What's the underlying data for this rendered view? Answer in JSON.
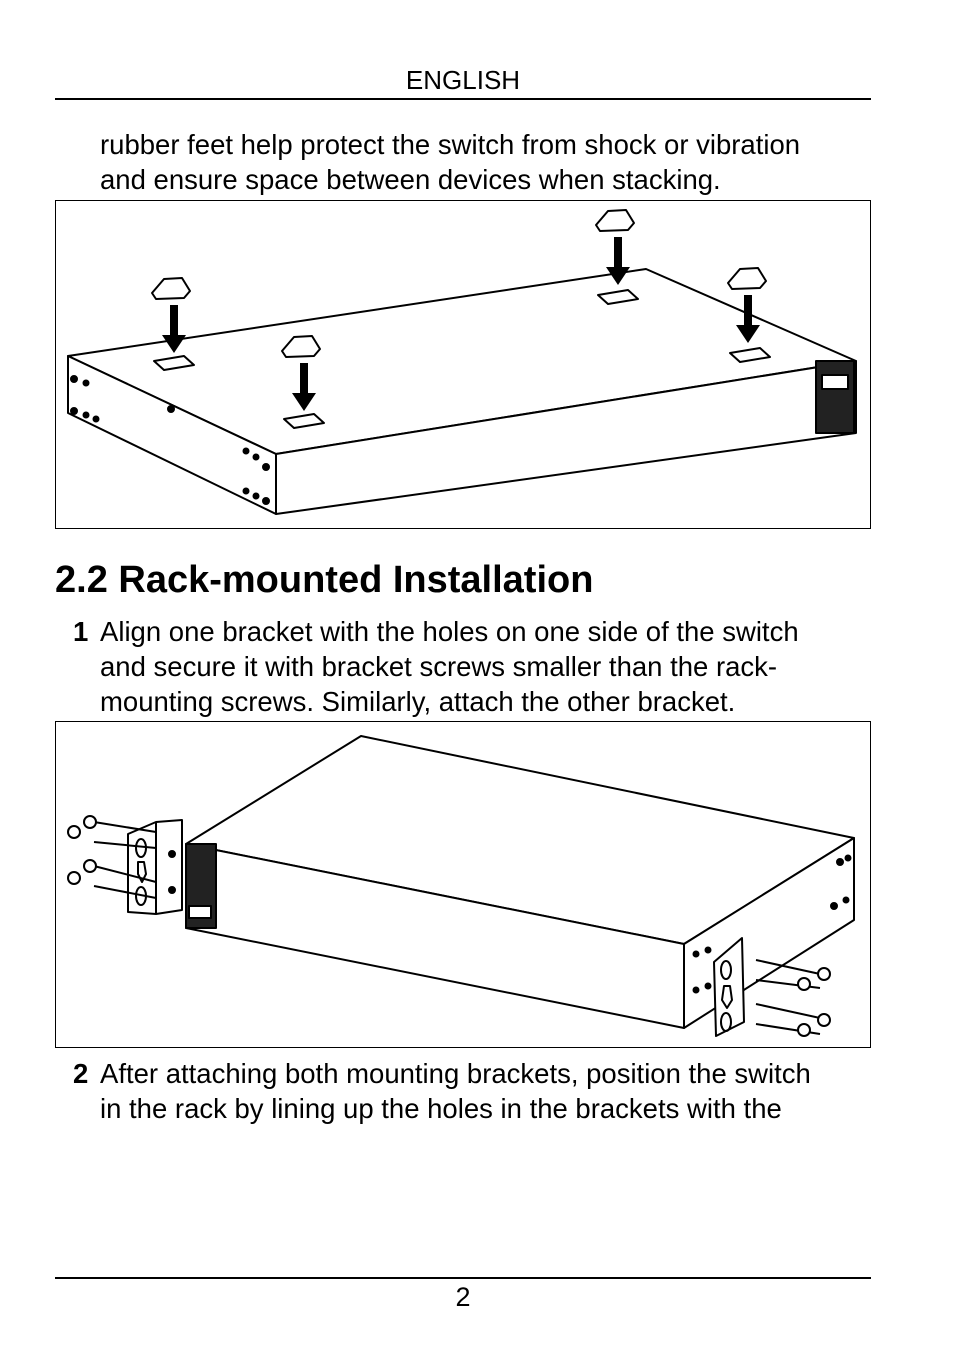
{
  "header": {
    "language": "ENGLISH"
  },
  "intro": {
    "lines": [
      "rubber feet help protect the switch from shock or vibration",
      "and ensure space between devices when stacking."
    ]
  },
  "figure1": {
    "icon": "rubber-feet-diagram"
  },
  "section": {
    "title": "2.2 Rack-mounted Installation"
  },
  "steps": [
    {
      "number": "1",
      "lines": [
        "Align one bracket with the holes on one side of the switch",
        "and secure it with bracket screws smaller than the rack-",
        "mounting screws. Similarly, attach the other bracket."
      ]
    },
    {
      "number": "2",
      "lines": [
        "After attaching both mounting brackets, position the switch",
        "in the rack by lining up the holes in the brackets with the"
      ]
    }
  ],
  "figure2": {
    "icon": "rack-bracket-diagram"
  },
  "footer": {
    "page_number": "2"
  }
}
